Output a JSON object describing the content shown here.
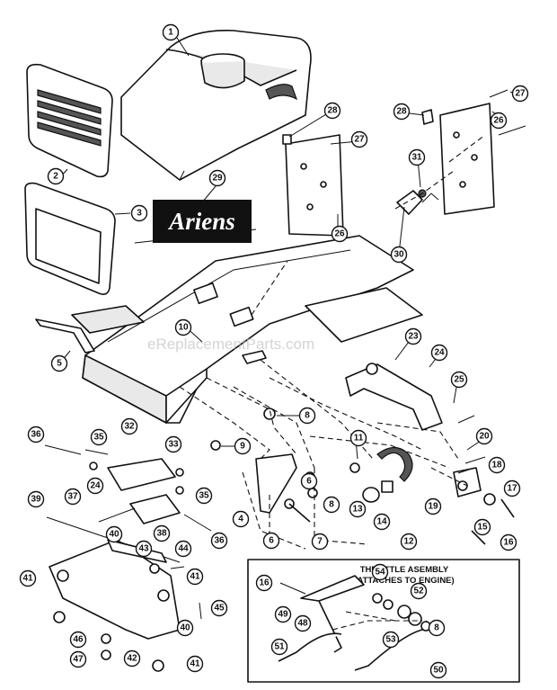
{
  "brand": {
    "name": "Ariens"
  },
  "watermark": "eReplacementParts.com",
  "inset": {
    "title_line1": "THROTTLE ASEMBLY",
    "title_line2": "(ATTACHES TO ENGINE)"
  },
  "callouts": {
    "c1": "1",
    "c2": "2",
    "c3": "3",
    "c4": "4",
    "c5": "5",
    "c6a": "6",
    "c6b": "6",
    "c7": "7",
    "c8a": "8",
    "c8b": "8",
    "c8c": "8",
    "c9": "9",
    "c10": "10",
    "c11": "11",
    "c12": "12",
    "c13": "13",
    "c14": "14",
    "c15": "15",
    "c16a": "16",
    "c16b": "16",
    "c17": "17",
    "c18": "18",
    "c19": "19",
    "c20": "20",
    "c23": "23",
    "c24a": "24",
    "c24b": "24",
    "c25": "25",
    "c26a": "26",
    "c26b": "26",
    "c27a": "27",
    "c27b": "27",
    "c28a": "28",
    "c28b": "28",
    "c29": "29",
    "c30": "30",
    "c31": "31",
    "c32": "32",
    "c33": "33",
    "c35a": "35",
    "c35b": "35",
    "c36a": "36",
    "c36b": "36",
    "c37": "37",
    "c38": "38",
    "c39": "39",
    "c40a": "40",
    "c40b": "40",
    "c41a": "41",
    "c41b": "41",
    "c41c": "41",
    "c42": "42",
    "c43": "43",
    "c44": "44",
    "c45": "45",
    "c46": "46",
    "c47": "47",
    "c48": "48",
    "c49": "49",
    "c50": "50",
    "c51": "51",
    "c52": "52",
    "c53": "53",
    "c54": "54"
  },
  "colors": {
    "line": "#111111",
    "background": "#ffffff",
    "logo_bg": "#111111",
    "watermark": "#b8b8b8"
  }
}
